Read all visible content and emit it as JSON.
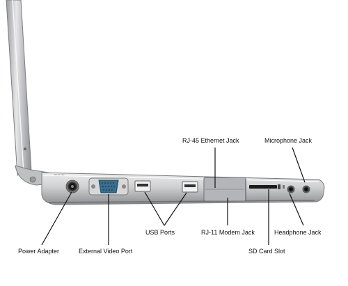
{
  "labels": {
    "rj45": "RJ-45 Ethernet Jack",
    "microphone": "Microphone Jack",
    "usb": "USB Ports",
    "rj11": "RJ-11 Modem Jack",
    "headphone": "Headphone Jack",
    "power": "Power Adapter",
    "video": "External Video Port",
    "sd": "SD Card Slot"
  },
  "colors": {
    "chassis": "#c9cacc",
    "vga_port": "#3a6d8c",
    "leader_line": "#111111"
  }
}
